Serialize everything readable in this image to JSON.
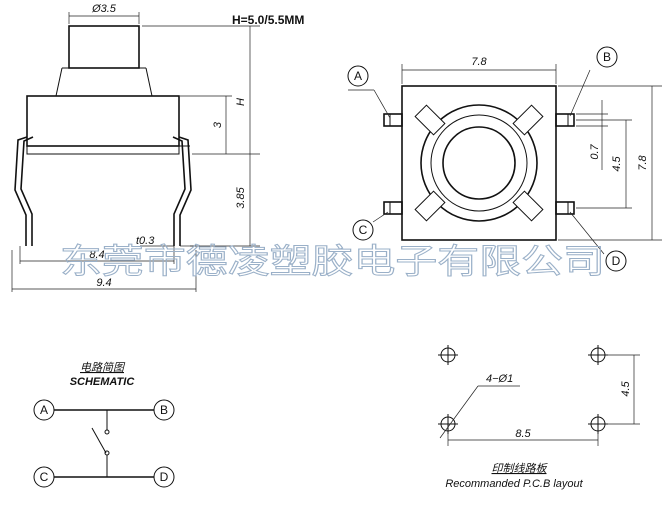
{
  "header": {
    "height_spec": "H=5.0/5.5MM"
  },
  "side_view": {
    "dia": "Ø3.5",
    "h": "H",
    "three": "3",
    "d385": "3.85",
    "t03": "t0.3",
    "d84": "8.4",
    "d94": "9.4"
  },
  "top_view": {
    "w78": "7.8",
    "h78": "7.8",
    "d45": "4.5",
    "d07": "0.7",
    "pins": [
      "A",
      "B",
      "C",
      "D"
    ]
  },
  "schematic": {
    "title_cn": "电路简图",
    "title_en": "SCHEMATIC",
    "nodes": [
      "A",
      "B",
      "C",
      "D"
    ]
  },
  "pcb": {
    "holes": "4−Ø1",
    "d85": "8.5",
    "d45": "4.5",
    "title_cn": "印制线路板",
    "title_en": "Recommanded P.C.B layout"
  },
  "watermark": "东莞市德凌塑胶电子有限公司"
}
